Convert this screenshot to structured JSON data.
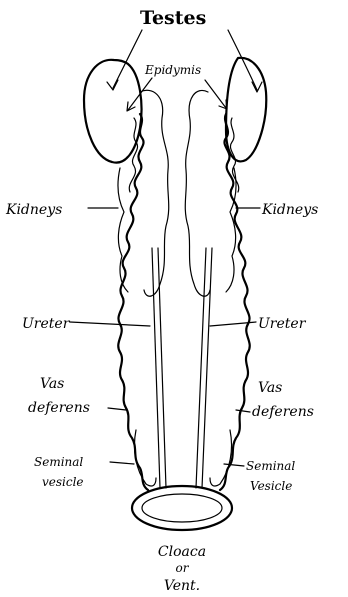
{
  "labels": {
    "testes": "Testes",
    "epididymis": "Epidymis",
    "kidneys_left": "Kidneys",
    "kidneys_right": "Kidneys",
    "ureter_left": "Ureter",
    "ureter_right": "Ureter",
    "vas_left_1": "Vas",
    "vas_left_2": "deferens",
    "vas_right_1": "Vas",
    "vas_right_2": "deferens",
    "seminal_left_1": "Seminal",
    "seminal_left_2": "vesicle",
    "seminal_right_1": "Seminal",
    "seminal_right_2": "Vesicle",
    "cloaca_1": "Cloaca",
    "cloaca_2": "or",
    "cloaca_3": "Vent."
  }
}
